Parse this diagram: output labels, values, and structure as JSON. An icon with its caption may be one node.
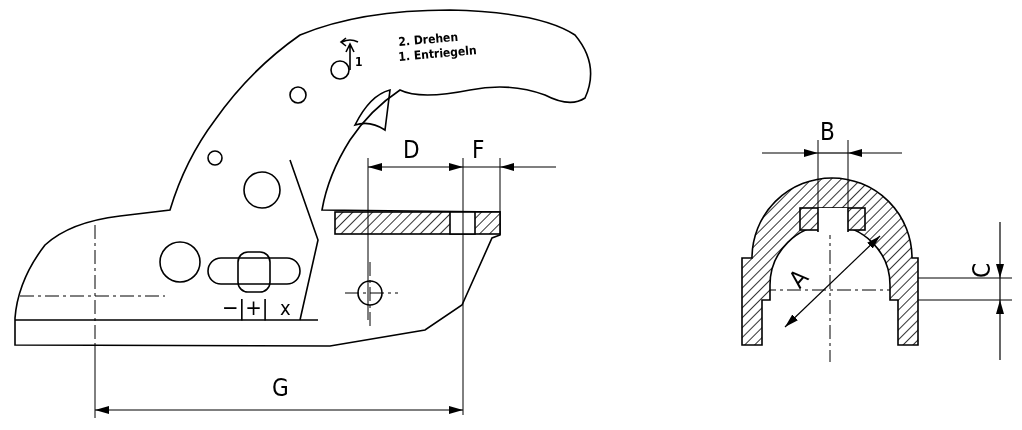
{
  "diagram": {
    "labels": [
      "2. Drehen",
      "1. Entriegeln",
      "1",
      "D",
      "F",
      "B",
      "A",
      "C",
      "−|+|",
      "x",
      "G"
    ]
  }
}
